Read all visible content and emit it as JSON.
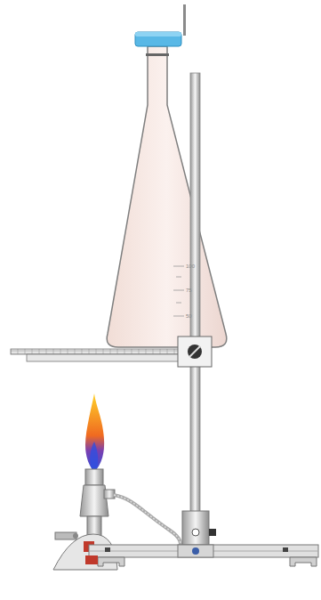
{
  "diagram": {
    "labels": [
      "100",
      "75",
      "50"
    ]
  }
}
